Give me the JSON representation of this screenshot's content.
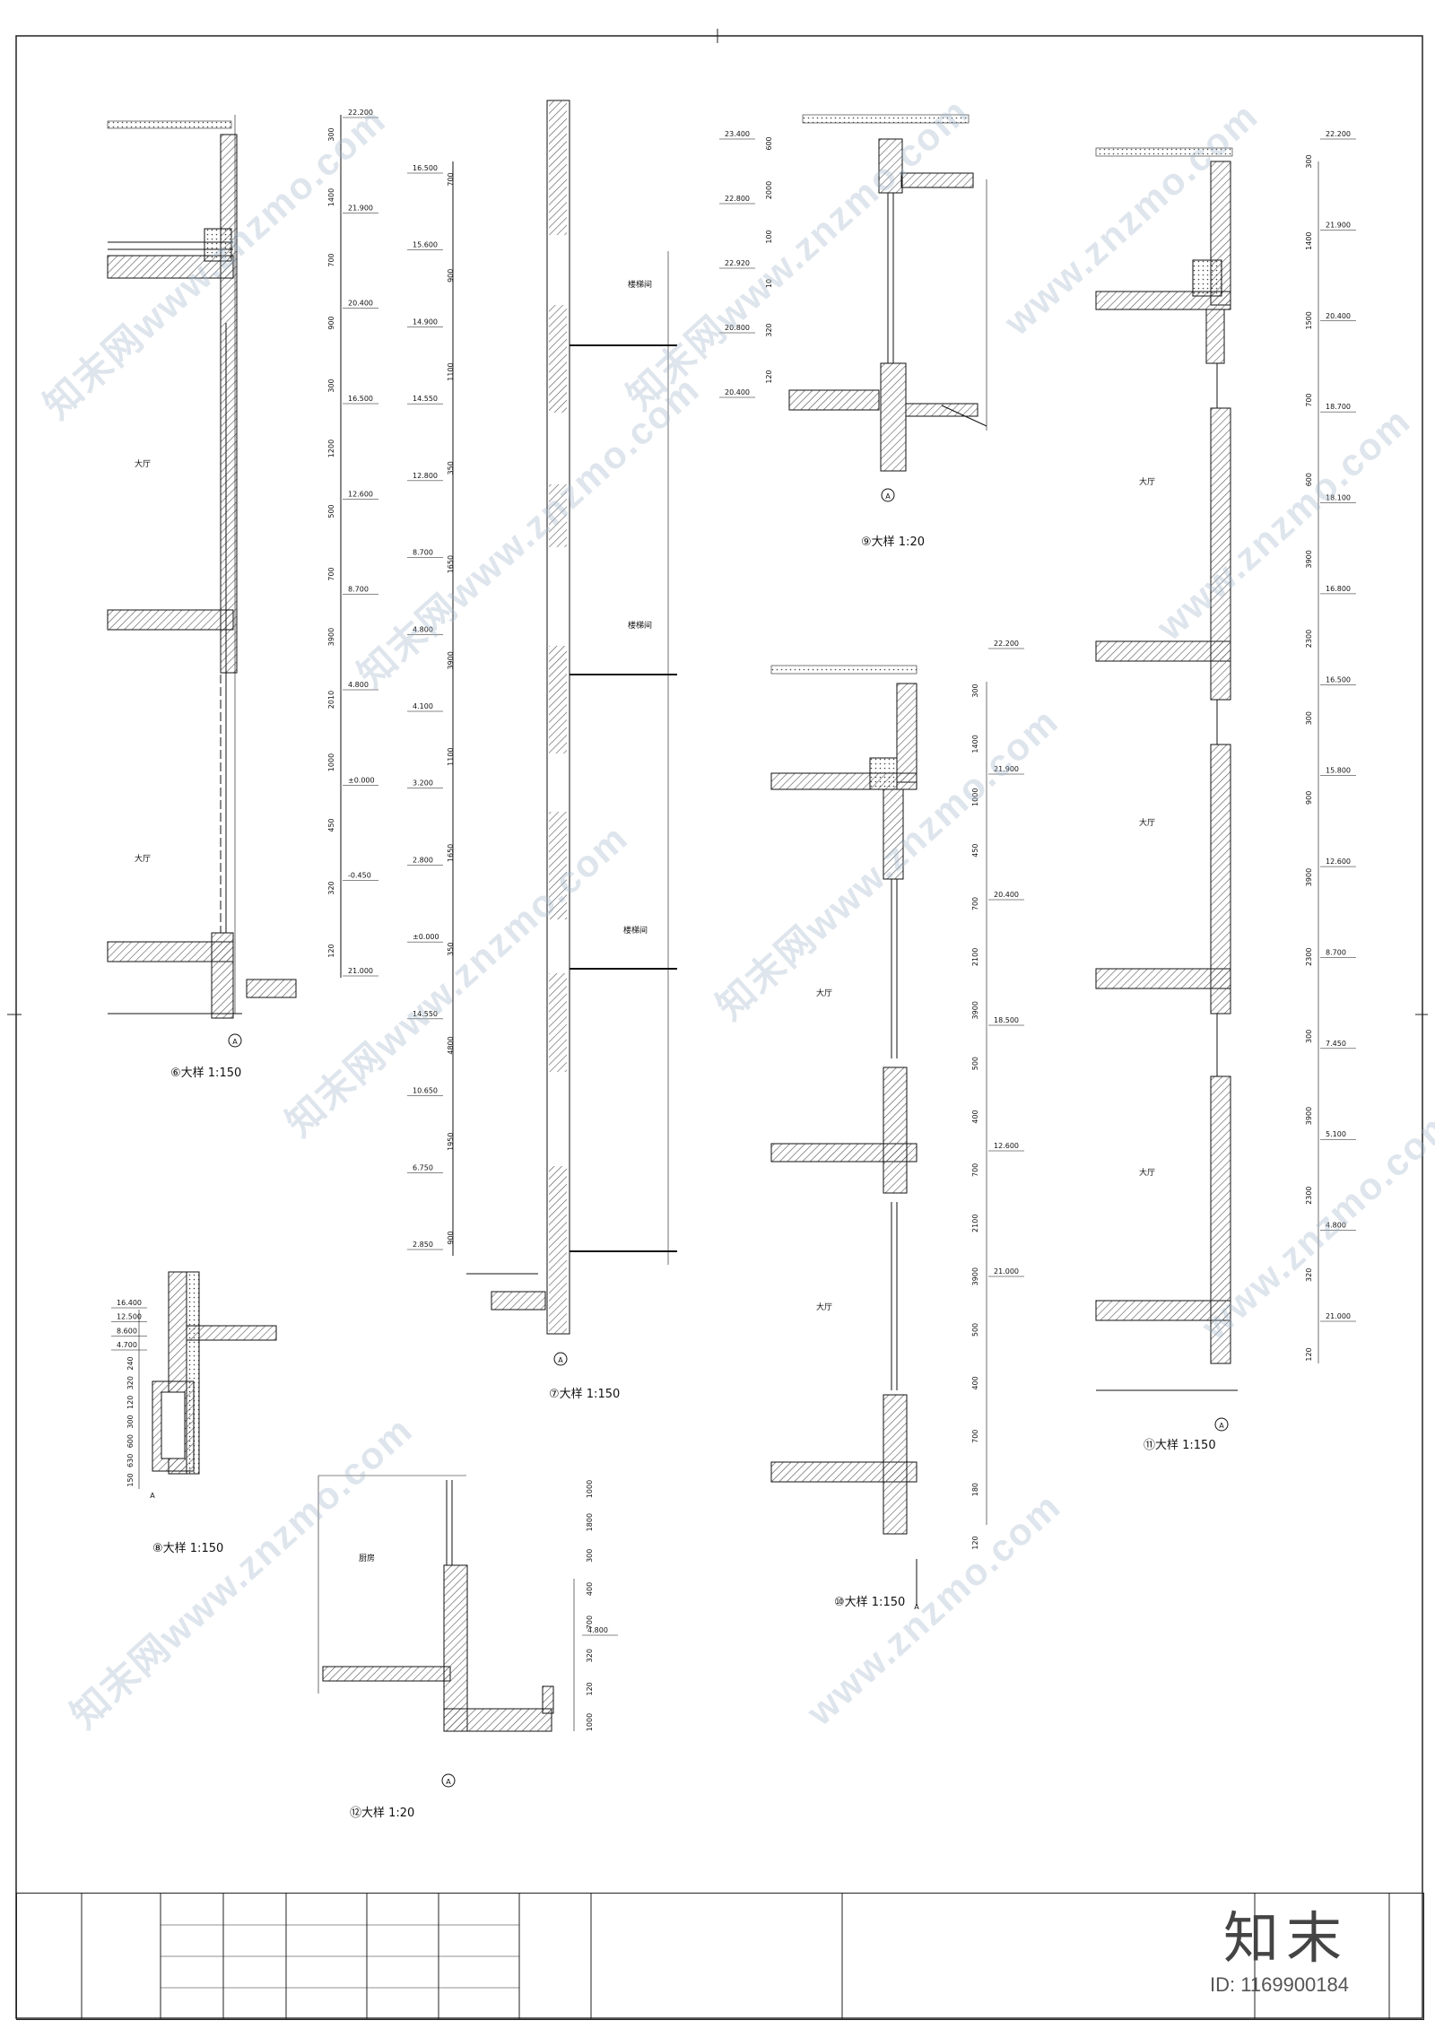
{
  "details": [
    {
      "id": "d6",
      "title": "⑥大样 1:150"
    },
    {
      "id": "d7",
      "title": "⑦大样 1:150"
    },
    {
      "id": "d9",
      "title": "⑨大样 1:20"
    },
    {
      "id": "d10",
      "title": "⑩大样 1:150"
    },
    {
      "id": "d11",
      "title": "⑪大样 1:150"
    },
    {
      "id": "d8",
      "title": "⑧大样 1:150"
    },
    {
      "id": "d12",
      "title": "⑫大样 1:20"
    }
  ],
  "elevations": {
    "d6": [
      "22.200",
      "21.900",
      "20.400",
      "16.500",
      "12.600",
      "8.700",
      "4.800",
      "±0.000",
      "-0.450",
      "21.000"
    ],
    "d7": [
      "16.500",
      "15.600",
      "14.900",
      "14.550",
      "12.800",
      "8.700",
      "4.800",
      "4.100",
      "3.200",
      "2.800",
      "±0.000",
      "14.550",
      "10.650",
      "6.750",
      "2.850"
    ],
    "d9": [
      "23.400",
      "22.800",
      "22.920",
      "20.800",
      "20.400"
    ],
    "d10": [
      "22.200",
      "21.900",
      "20.400",
      "18.500",
      "12.600",
      "21.000"
    ],
    "d11": [
      "22.200",
      "21.900",
      "20.400",
      "18.700",
      "18.100",
      "16.800",
      "16.500",
      "15.800",
      "12.600",
      "8.700",
      "7.450",
      "5.100",
      "4.800",
      "21.000"
    ],
    "d8": [
      "16.400",
      "12.500",
      "8.600",
      "4.700"
    ],
    "d12": [
      "4.800"
    ]
  },
  "dims": {
    "d6": [
      "300",
      "1400",
      "700",
      "900",
      "300",
      "1200",
      "500",
      "700",
      "3900",
      "2010",
      "1000",
      "450",
      "320",
      "120"
    ],
    "d7": [
      "700",
      "900",
      "1100",
      "350",
      "1650",
      "3900",
      "1100",
      "1650",
      "350",
      "4800",
      "1950",
      "900"
    ],
    "d9": [
      "600",
      "2000",
      "100",
      "10",
      "320",
      "120"
    ],
    "d10": [
      "300",
      "1400",
      "1000",
      "450",
      "700",
      "2100",
      "3900",
      "500",
      "400",
      "700",
      "2100",
      "3900",
      "500",
      "400",
      "700",
      "180",
      "120"
    ],
    "d11": [
      "300",
      "1400",
      "1500",
      "700",
      "600",
      "3900",
      "2300",
      "300",
      "900",
      "3900",
      "2300",
      "300",
      "3900",
      "2300",
      "320",
      "120"
    ],
    "d8": [
      "240",
      "320",
      "120",
      "300",
      "600",
      "630",
      "150"
    ],
    "d12": [
      "1000",
      "1800",
      "300",
      "400",
      "700",
      "320",
      "120",
      "1000"
    ]
  },
  "room_labels": [
    "大厅",
    "大厅",
    "楼梯间",
    "楼梯间",
    "楼梯间",
    "大厅",
    "大厅",
    "大厅",
    "大厅",
    "大厅",
    "厨房"
  ],
  "axis_marks": [
    "A",
    "A",
    "A",
    "A",
    "A",
    "A",
    "A"
  ],
  "watermarks": [
    "知末网www.znzmo.com",
    "知末网www.znzmo.com",
    "知末网www.znzmo.com",
    "www.znzmo.com",
    "www.znzmo.com",
    "知末网www.znzmo.com",
    "知末网www.znzmo.com",
    "www.znzmo.com",
    "知末网www.znzmo.com",
    "www.znzmo.com"
  ],
  "brand": {
    "logo": "知末",
    "id": "ID: 1169900184"
  },
  "colors": {
    "line": "#111111",
    "wall": "#d9d9d9",
    "hatch": "#555555",
    "watermark": "#a0b4c8"
  }
}
